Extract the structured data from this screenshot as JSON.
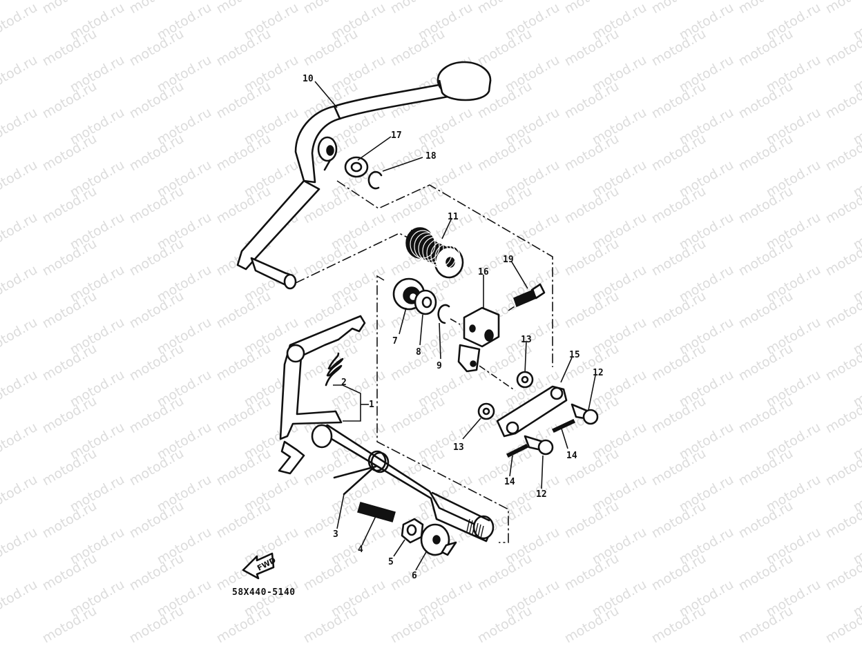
{
  "diagram": {
    "watermark": "motod.ru",
    "drawing_code": "58X440-5140",
    "direction_arrow_label": "FWD",
    "callouts": [
      "1",
      "2",
      "3",
      "4",
      "5",
      "6",
      "7",
      "8",
      "9",
      "10",
      "11",
      "12",
      "12",
      "13",
      "13",
      "14",
      "14",
      "15",
      "16",
      "17",
      "18",
      "19"
    ]
  }
}
